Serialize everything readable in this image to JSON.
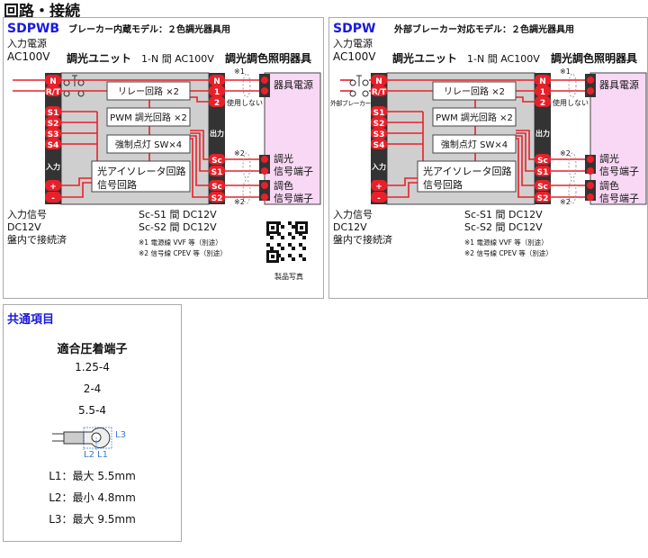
{
  "page_title": "回路・接続",
  "colors": {
    "wire": "#e8202a",
    "model": "#1a1adc",
    "fixture": "#f8d8f4",
    "body": "#cfcfcf",
    "strip": "#333333"
  },
  "panels": [
    {
      "model": "SDPWB",
      "subtitle": "ブレーカー内蔵モデル：２色調光器具用",
      "input_power": "入力電源",
      "input_voltage": "AC100V",
      "unit_label": "調光ユニット",
      "n_voltage": "1-N 間 AC100V",
      "fixture_label": "調光調色照明器具",
      "left_terminals": [
        "N",
        "R/T",
        "S1",
        "S2",
        "S3",
        "S4",
        "+",
        "-"
      ],
      "input_label": "入力",
      "right_terminals": [
        "N",
        "1",
        "2",
        "Sc",
        "S1",
        "Sc",
        "S2"
      ],
      "output_label": "出力",
      "relay": "リレー回路 ×2",
      "pwm": "PWM 調光回路 ×2",
      "force": "強制点灯 SW×4",
      "iso1": "光アイソレータ回路",
      "iso2": "信号回路",
      "note1_mark": "※1",
      "note2_mark": "※2",
      "power_terminal": "器具電源",
      "unused": "使用しない",
      "dim": "調光",
      "dim_sig": "信号端子",
      "color": "調色",
      "color_sig": "信号端子",
      "input_signal": "入力信号",
      "input_dc": "DC12V",
      "prewired": "盤内で接続済",
      "sc_s1": "Sc-S1 間 DC12V",
      "sc_s2": "Sc-S2 間 DC12V",
      "note1": "※1 電源線 VVF 等（別途）",
      "note2": "※2 信号線 CPEV 等（別途）",
      "breaker": "",
      "photo": "製品写真"
    },
    {
      "model": "SDPW",
      "subtitle": "外部ブレーカー対応モデル：２色調光器具用",
      "input_power": "入力電源",
      "input_voltage": "AC100V",
      "unit_label": "調光ユニット",
      "n_voltage": "1-N 間 AC100V",
      "fixture_label": "調光調色照明器具",
      "left_terminals": [
        "N",
        "R/T",
        "S1",
        "S2",
        "S3",
        "S4",
        "+",
        "-"
      ],
      "input_label": "入力",
      "right_terminals": [
        "N",
        "1",
        "2",
        "Sc",
        "S1",
        "Sc",
        "S2"
      ],
      "output_label": "出力",
      "relay": "リレー回路 ×2",
      "pwm": "PWM 調光回路 ×2",
      "force": "強制点灯 SW×4",
      "iso1": "光アイソレータ回路",
      "iso2": "信号回路",
      "note1_mark": "※1",
      "note2_mark": "※2",
      "power_terminal": "器具電源",
      "unused": "使用しない",
      "dim": "調光",
      "dim_sig": "信号端子",
      "color": "調色",
      "color_sig": "信号端子",
      "input_signal": "入力信号",
      "input_dc": "DC12V",
      "prewired": "盤内で接続済",
      "sc_s1": "Sc-S1 間 DC12V",
      "sc_s2": "Sc-S2 間 DC12V",
      "note1": "※1 電源線 VVF 等（別途）",
      "note2": "※2 信号線 CPEV 等（別途）",
      "breaker": "外部ブレーカー",
      "photo": ""
    }
  ],
  "common": {
    "heading": "共通項目",
    "terminal_title": "適合圧着端子",
    "sizes": [
      "1.25-4",
      "2-4",
      "5.5-4"
    ],
    "dim_labels": [
      "L3",
      "L2",
      "L1"
    ],
    "specs": [
      "L1：最大 5.5mm",
      "L2：最小 4.8mm",
      "L3：最大 9.5mm"
    ]
  }
}
